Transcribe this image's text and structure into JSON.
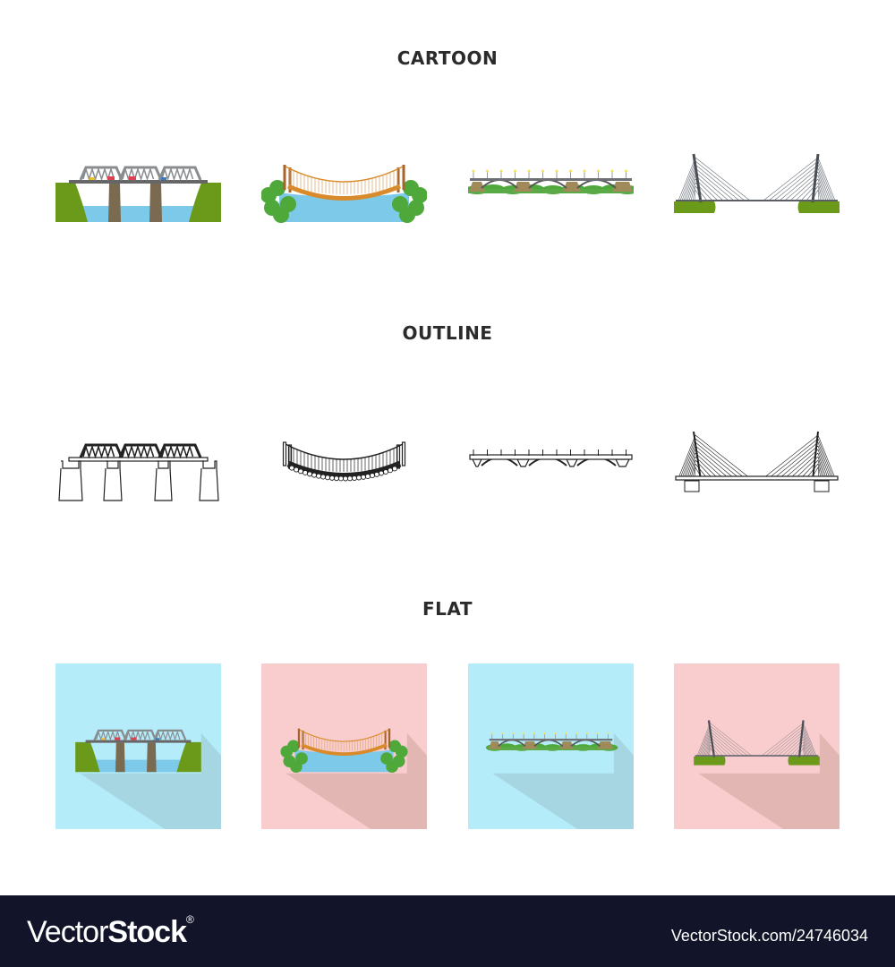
{
  "sections": [
    {
      "title": "CARTOON",
      "style": "cartoon"
    },
    {
      "title": "OUTLINE",
      "style": "outline"
    },
    {
      "title": "FLAT",
      "style": "flat"
    }
  ],
  "icons": [
    {
      "name": "truss-bridge",
      "tile_color": "#b4ecfa",
      "shadow_color": "#a6d6e2"
    },
    {
      "name": "rope-suspension-bridge",
      "tile_color": "#f9cdcd",
      "shadow_color": "#e2b6b2"
    },
    {
      "name": "arch-bridge",
      "tile_color": "#b4ecfa",
      "shadow_color": "#a6d6e2"
    },
    {
      "name": "cable-stayed-bridge",
      "tile_color": "#f9cdcd",
      "shadow_color": "#e2b6b2"
    }
  ],
  "colors": {
    "grass": "#6b9a1a",
    "water": "#7cc9ea",
    "steel": "#8a8d90",
    "pier": "#7a6a50",
    "rope": "#d98a2b",
    "bush": "#4ea83a",
    "footer_bg": "#12142a"
  },
  "footer": {
    "logo_light": "Vector",
    "logo_bold": "Stock",
    "logo_mark": "®",
    "url": "VectorStock.com/24746034"
  }
}
